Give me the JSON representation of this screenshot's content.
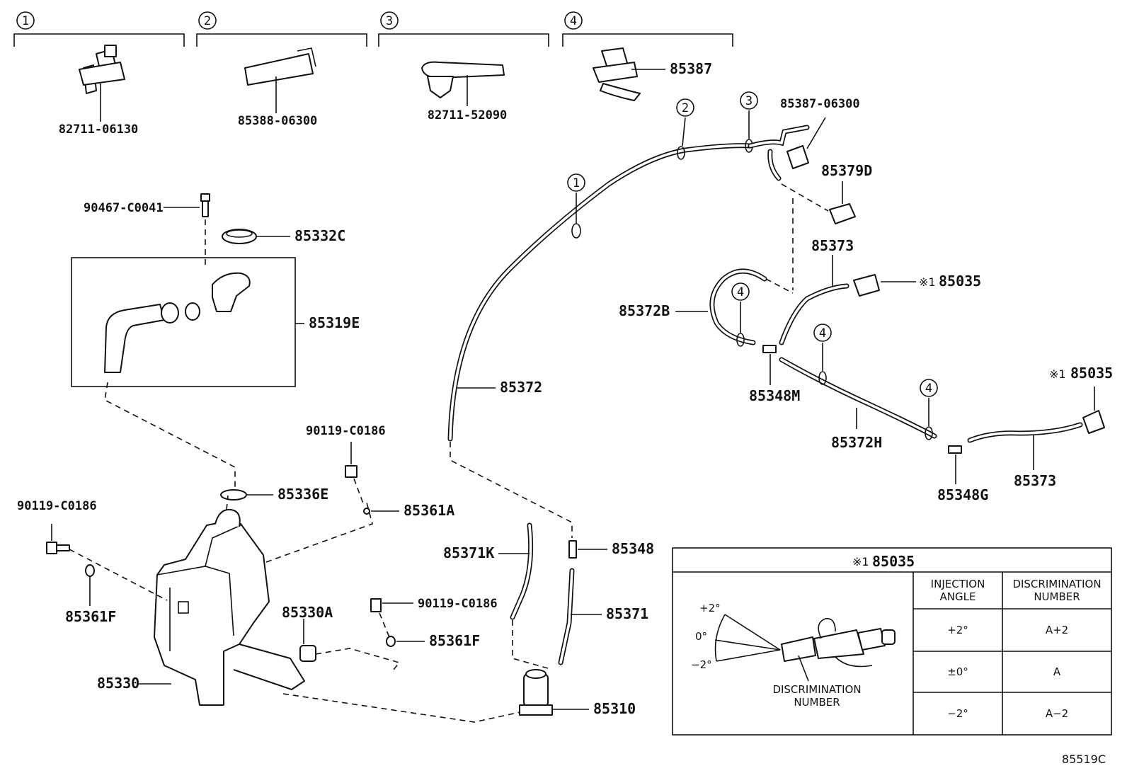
{
  "reference_code": "85519C",
  "clip_groups": [
    {
      "index": "1",
      "part": "82711-06130"
    },
    {
      "index": "2",
      "part": "85388-06300"
    },
    {
      "index": "3",
      "part": "82711-52090"
    },
    {
      "index": "4",
      "part": "85387"
    }
  ],
  "callouts": {
    "hose_clip_1": "1",
    "hose_clip_2": "2",
    "hose_clip_3": "3",
    "hose_clip_4a": "4",
    "hose_clip_4b": "4",
    "hose_clip_4c": "4"
  },
  "labels": {
    "p85387_06300": "85387-06300",
    "p85379D": "85379D",
    "p90467_C0041": "90467-C0041",
    "p85332C": "85332C",
    "p85319E": "85319E",
    "p85373_upper": "85373",
    "p85035_upper": "85035",
    "p85372B": "85372B",
    "p85372": "85372",
    "p85348M": "85348M",
    "p85035_right": "85035",
    "p85372H": "85372H",
    "p85373_lower": "85373",
    "p85348G": "85348G",
    "p90119_C0186_a": "90119-C0186",
    "p90119_C0186_b": "90119-C0186",
    "p85336E": "85336E",
    "p85361A": "85361A",
    "p85371K": "85371K",
    "p85348": "85348",
    "p85361F_a": "85361F",
    "p85330A": "85330A",
    "p90119_C0186_c": "90119-C0186",
    "p85371": "85371",
    "p85361F_b": "85361F",
    "p85330": "85330",
    "p85310": "85310"
  },
  "note_mark": "※1",
  "inset": {
    "title_mark": "※1",
    "title_part": "85035",
    "angle_labels": [
      "+2°",
      "0°",
      "−2°"
    ],
    "figure_caption_line1": "DISCRIMINATION",
    "figure_caption_line2": "NUMBER",
    "columns": [
      {
        "line1": "INJECTION",
        "line2": "ANGLE"
      },
      {
        "line1": "DISCRIMINATION",
        "line2": "NUMBER"
      }
    ],
    "rows": [
      {
        "angle": "+2°",
        "number": "A+2"
      },
      {
        "angle": "±0°",
        "number": "A"
      },
      {
        "angle": "−2°",
        "number": "A−2"
      }
    ]
  }
}
